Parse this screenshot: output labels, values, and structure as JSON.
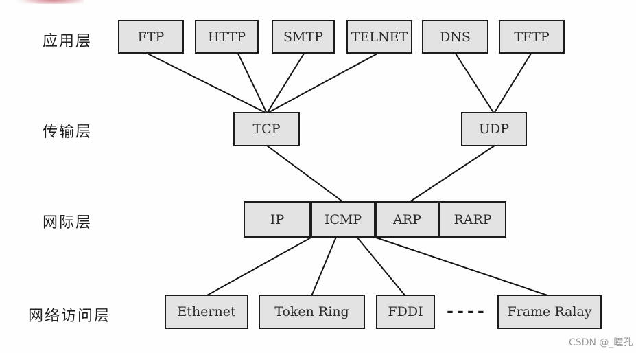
{
  "colors": {
    "box_fill": "#e3e3e3",
    "box_border": "#1c1c1c",
    "connector_line": "#141414",
    "label_text": "#1f1f1f",
    "watermark_text": "#9b9b9b",
    "logo_fragment_red": "#ba3e50"
  },
  "layers": {
    "application": {
      "label": "应用层",
      "boxes": [
        {
          "label": "FTP"
        },
        {
          "label": "HTTP"
        },
        {
          "label": "SMTP"
        },
        {
          "label": "TELNET"
        },
        {
          "label": "DNS"
        },
        {
          "label": "TFTP"
        }
      ]
    },
    "transport": {
      "label": "传输层",
      "boxes": [
        {
          "label": "TCP"
        },
        {
          "label": "UDP"
        }
      ]
    },
    "internet": {
      "label": "网际层",
      "cells": [
        {
          "label": "IP"
        },
        {
          "label": "ICMP"
        },
        {
          "label": "ARP"
        },
        {
          "label": "RARP"
        }
      ]
    },
    "network_access": {
      "label": "网络访问层",
      "boxes": [
        {
          "label": "Ethernet"
        },
        {
          "label": "Token Ring"
        },
        {
          "label": "FDDI"
        },
        {
          "label": "Frame Ralay"
        }
      ],
      "ellipsis": "----"
    }
  },
  "connections": {
    "to_tcp": [
      "FTP",
      "HTTP",
      "SMTP",
      "TELNET"
    ],
    "to_udp": [
      "DNS",
      "TFTP"
    ],
    "tcp_to": "ICMP",
    "udp_to": "ARP",
    "icmp_to": [
      "Ethernet",
      "Token Ring",
      "FDDI",
      "Frame Ralay"
    ]
  },
  "watermark": "CSDN @_瞳孔"
}
